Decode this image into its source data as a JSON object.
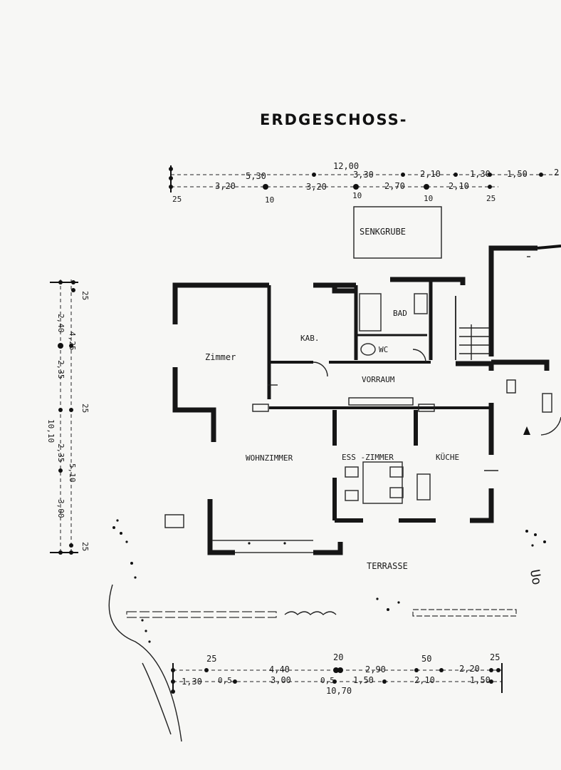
{
  "title": "ERDGESCHOSS-",
  "top_dimensions": {
    "total": "12,00",
    "upper": [
      "5,30",
      "3,30",
      "2,10",
      "1,30",
      "1,50",
      "2"
    ],
    "middle": [
      "3,20",
      "3,20",
      "2,70",
      "2,10"
    ],
    "lower": [
      "25",
      "10",
      "10",
      "10",
      "25"
    ]
  },
  "left_dimensions": [
    "25",
    "2,40",
    "4,25",
    "2,35",
    "25",
    "10,10",
    "2,35",
    "5,10",
    "3,00",
    "25"
  ],
  "bottom_dimensions": {
    "upper": [
      "25",
      "4,40",
      "20",
      "2,90",
      "50",
      "2,20",
      "25"
    ],
    "lower": [
      "1,30",
      "0,5",
      "3,00",
      "0,5",
      "1,50",
      "2,10",
      "1,50"
    ],
    "total": "10,70"
  },
  "rooms": {
    "senkgrube": "SENKGRUBE",
    "zimmer": "Zimmer",
    "kab": "KAB.",
    "bad": "BAD",
    "wc": "WC",
    "vorraum": "VORRAUM",
    "wohnzimmer": "WOHNZIMMER",
    "esszimmer": "ESS -ZIMMER",
    "kueche": "KÜCHE",
    "terrasse": "TERRASSE"
  },
  "edge_scribble": "Uo"
}
